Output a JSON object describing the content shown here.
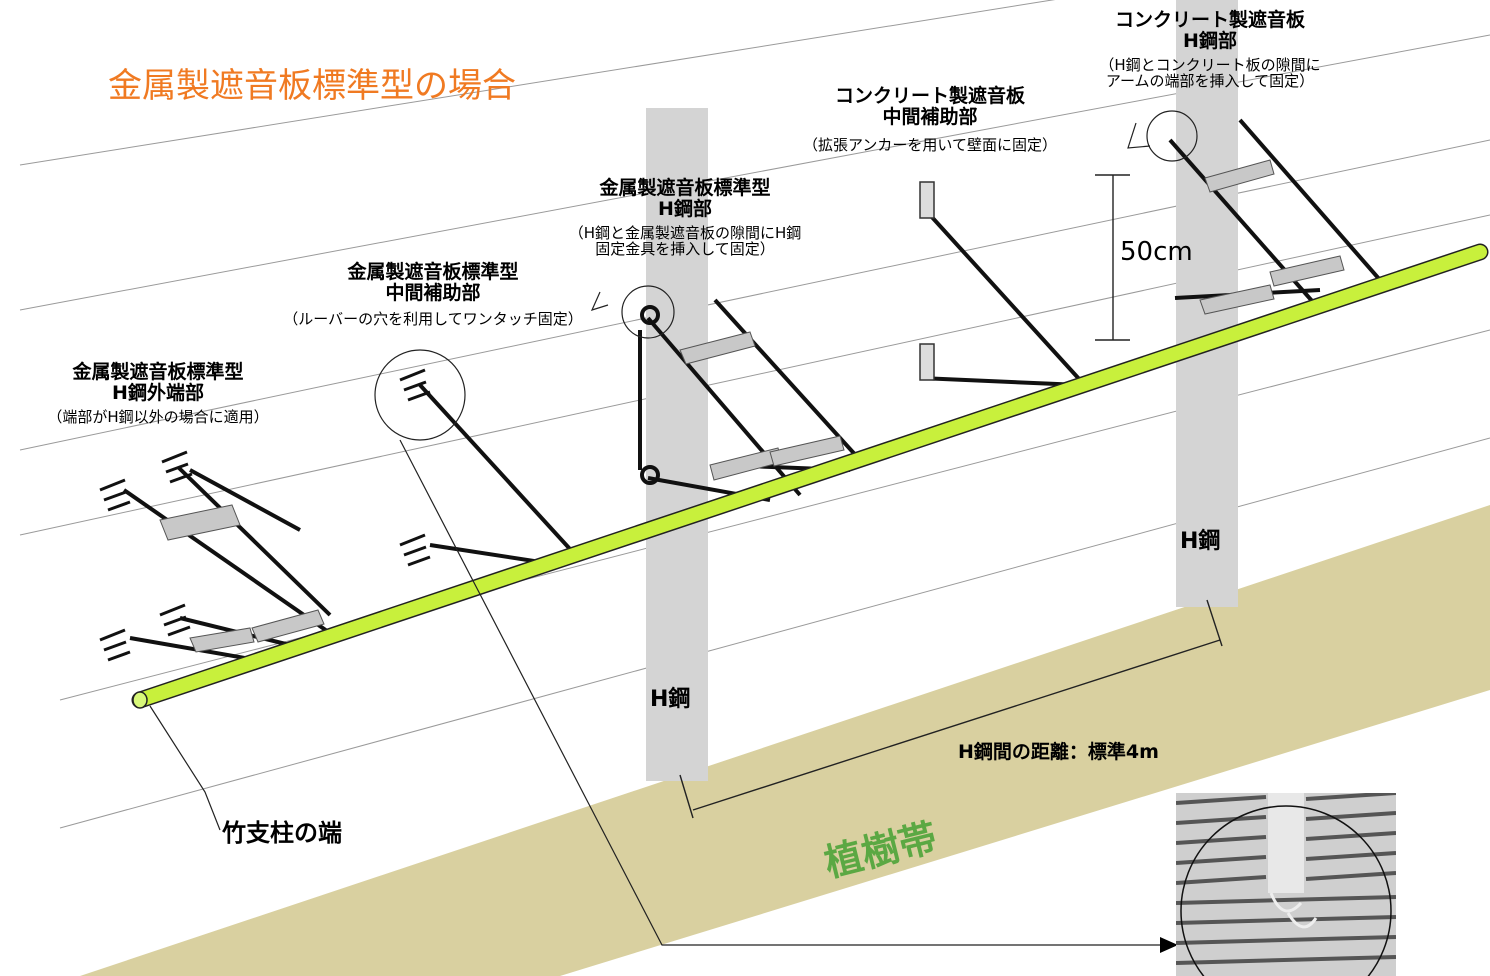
{
  "title": "金属製遮音板標準型の場合",
  "labels": {
    "hsteel_outer_end": {
      "line1": "金属製遮音板標準型",
      "line2": "H鋼外端部",
      "note": "（端部がH鋼以外の場合に適用）"
    },
    "intermediate_aux": {
      "line1": "金属製遮音板標準型",
      "line2": "中間補助部",
      "note": "（ルーバーの穴を利用してワンタッチ固定）"
    },
    "hsteel_part": {
      "line1": "金属製遮音板標準型",
      "line2": "H鋼部",
      "note1": "（H鋼と金属製遮音板の隙間にH鋼",
      "note2": "固定金具を挿入して固定）"
    },
    "concrete_intermediate": {
      "line1": "コンクリート製遮音板",
      "line2": "中間補助部",
      "note": "（拡張アンカーを用いて壁面に固定）"
    },
    "concrete_hsteel": {
      "line1": "コンクリート製遮音板",
      "line2": "H鋼部",
      "note1": "（H鋼とコンクリート板の隙間に",
      "note2": "アームの端部を挿入して固定）"
    },
    "height": "50cm",
    "hsteel_left": "H鋼",
    "hsteel_right": "H鋼",
    "distance": "H鋼間の距離：標準4m",
    "bamboo_end": "竹支柱の端",
    "planting_strip": "植樹帯"
  },
  "colors": {
    "title": "#f07a22",
    "bamboo": "#c8f03c",
    "planting": "#d9d0a0",
    "hsteel": "#d4d4d4",
    "planting_text": "#5ba843"
  }
}
